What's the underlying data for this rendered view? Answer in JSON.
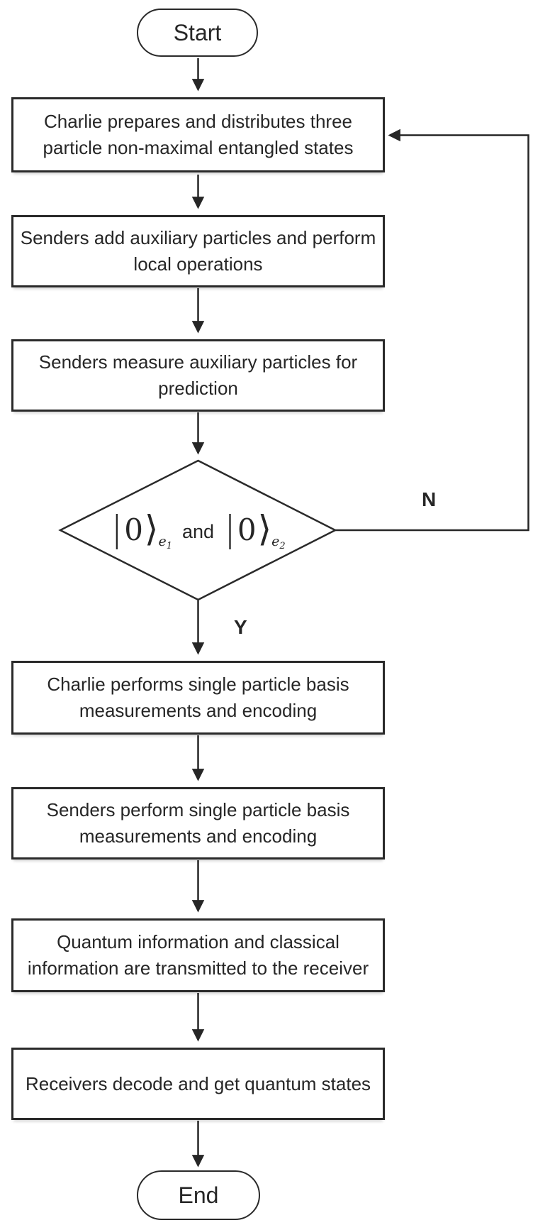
{
  "diagram": {
    "colors": {
      "line": "#262626",
      "text": "#262626",
      "background": "#ffffff"
    },
    "nodes": {
      "start": {
        "label": "Start"
      },
      "prepare": {
        "label": "Charlie prepares and distributes  three\nparticle non-maximal entangled states"
      },
      "add_aux": {
        "label": "Senders add auxiliary particles and perform\nlocal operations"
      },
      "measure_aux": {
        "label": "Senders measure auxiliary particles for\nprediction"
      },
      "decision": {
        "ket1": {
          "open": "|",
          "value": "0",
          "close": "⟩",
          "sub": "e",
          "subsub": "1"
        },
        "conjunction": "and",
        "ket2": {
          "open": "|",
          "value": "0",
          "close": "⟩",
          "sub": "e",
          "subsub": "2"
        }
      },
      "charlie_measure": {
        "label": "Charlie performs single particle basis\nmeasurements and encoding"
      },
      "senders_measure": {
        "label": "Senders perform single particle basis\nmeasurements and encoding"
      },
      "transmit": {
        "label": "Quantum information and classical\ninformation are transmitted to the receiver"
      },
      "decode": {
        "label": "Receivers decode and get quantum states"
      },
      "end": {
        "label": "End"
      }
    },
    "edge_labels": {
      "no": "N",
      "yes": "Y"
    }
  }
}
